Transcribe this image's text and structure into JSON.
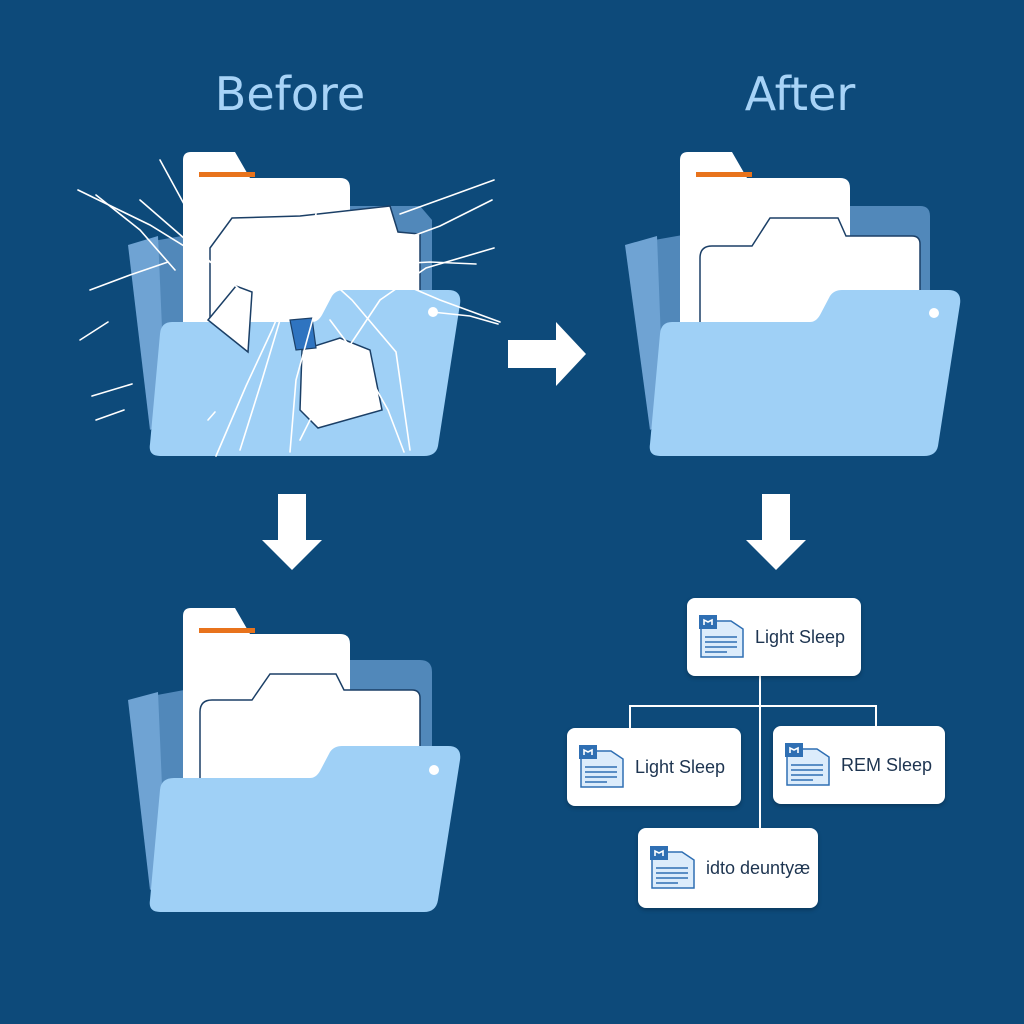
{
  "headings": {
    "before": "Before",
    "after": "After"
  },
  "colors": {
    "background": "#0d4a7a",
    "heading": "#a7d3f7",
    "folder_front": "#9fd0f6",
    "folder_back": "#5e93c5",
    "paper": "#ffffff",
    "tab_accent": "#e8731c",
    "arrow": "#ffffff",
    "crack_lines": "#ffffff"
  },
  "icons": {
    "before_folder": "broken-folder-icon",
    "after_folder": "folder-icon",
    "before_bottom_folder": "folder-icon",
    "node_doc": "document-icon",
    "arrow_right": "arrow-right-icon",
    "arrow_down": "arrow-down-icon"
  },
  "tree": {
    "root": {
      "label": "Light Sleep"
    },
    "children": [
      {
        "label": "Light Sleep"
      },
      {
        "label": "REM Sleep"
      },
      {
        "label": "idto deuntyæ"
      }
    ]
  }
}
